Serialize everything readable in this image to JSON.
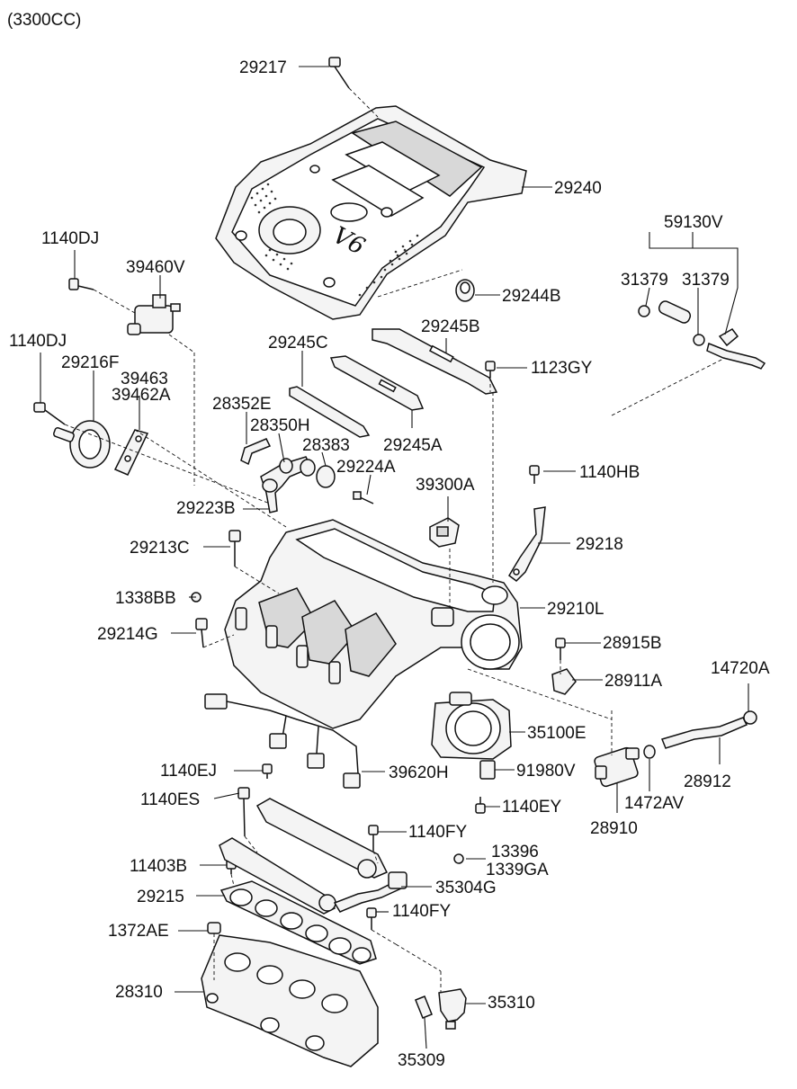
{
  "header": {
    "engine": "(3300CC)"
  },
  "cover_logo_text": "V6",
  "callouts": [
    "29217",
    "29240",
    "1140DJ",
    "39460V",
    "59130V",
    "31379",
    "31379",
    "29244B",
    "1140DJ",
    "29216F",
    "39463",
    "39462A",
    "29245B",
    "29245C",
    "1123GY",
    "28352E",
    "28350H",
    "28383",
    "29224A",
    "29245A",
    "1140HB",
    "29223B",
    "39300A",
    "29213C",
    "29218",
    "1338BB",
    "29210L",
    "29214G",
    "28915B",
    "14720A",
    "28911A",
    "35100E",
    "1140EJ",
    "39620H",
    "91980V",
    "28912",
    "1140ES",
    "1472AV",
    "1140EY",
    "28910",
    "1140FY",
    "13396",
    "1339GA",
    "11403B",
    "35304G",
    "29215",
    "1140FY",
    "1372AE",
    "28310",
    "35310",
    "35309"
  ]
}
